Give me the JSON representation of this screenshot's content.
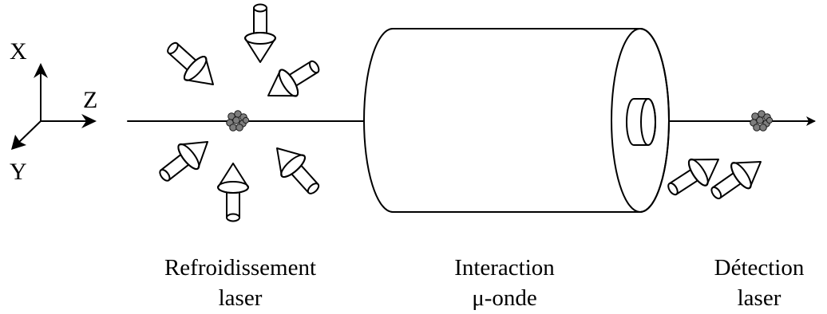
{
  "axes": {
    "x": "X",
    "y": "Y",
    "z": "Z"
  },
  "stages": [
    {
      "line1": "Refroidissement",
      "line2": "laser"
    },
    {
      "line1": "Interaction",
      "line2": "μ-onde"
    },
    {
      "line1": "Détection",
      "line2": "laser"
    }
  ],
  "colors": {
    "stroke": "#000000",
    "atoms": "#7d7d7d",
    "background": "#ffffff"
  },
  "icons": {
    "cooling": "laser-beam-arrow-icon",
    "cloud": "atom-cloud-icon",
    "cavity": "microwave-cavity-icon",
    "detection": "laser-beam-arrow-icon"
  }
}
